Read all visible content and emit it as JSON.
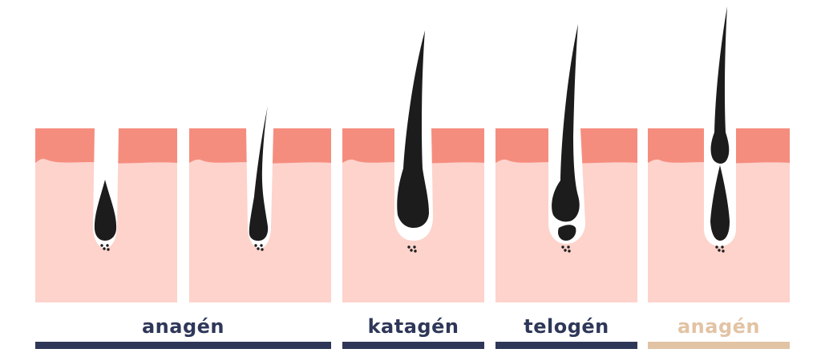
{
  "colors": {
    "epidermis": "#f58d7f",
    "dermis": "#fdd3cc",
    "follicle": "#ffffff",
    "hair": "#1c1c1c",
    "phase_dark": "#2f3759",
    "phase_light": "#e2c3a4"
  },
  "panels": [
    {
      "stage_index": 0
    },
    {
      "stage_index": 1
    },
    {
      "stage_index": 2
    },
    {
      "stage_index": 3
    },
    {
      "stage_index": 4
    }
  ],
  "phases": [
    {
      "label": "anagén",
      "color": "#2f3759"
    },
    {
      "label": "katagén",
      "color": "#2f3759"
    },
    {
      "label": "telogén",
      "color": "#2f3759"
    },
    {
      "label": "anagén",
      "color": "#e2c3a4"
    }
  ]
}
